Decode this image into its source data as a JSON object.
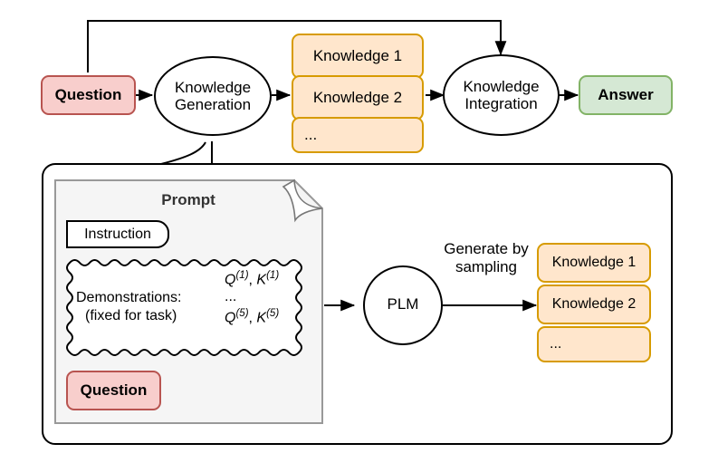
{
  "figure": {
    "top_pipeline": {
      "question": "Question",
      "knowledge_generation": [
        "Knowledge",
        "Generation"
      ],
      "knowledge_list": [
        "Knowledge 1",
        "Knowledge 2",
        "..."
      ],
      "knowledge_integration": [
        "Knowledge",
        "Integration"
      ],
      "answer": "Answer"
    },
    "detail_panel": {
      "prompt_title": "Prompt",
      "instruction": "Instruction",
      "demonstrations": {
        "line1": "Demonstrations:",
        "line2": "(fixed for task)",
        "examples": [
          {
            "q": "Q",
            "qsup": "(1)",
            "k": "K",
            "ksup": "(1)"
          },
          {
            "ellipsis": "..."
          },
          {
            "q": "Q",
            "qsup": "(5)",
            "k": "K",
            "ksup": "(5)"
          }
        ]
      },
      "question": "Question",
      "plm": "PLM",
      "edge_label": [
        "Generate by",
        "sampling"
      ],
      "knowledge_list": [
        "Knowledge 1",
        "Knowledge 2",
        "..."
      ]
    }
  },
  "colors": {
    "pink_fill": "#f8cecc",
    "pink_stroke": "#b85450",
    "green_fill": "#d5e8d4",
    "green_stroke": "#82b366",
    "orange_fill": "#ffe6cc",
    "orange_stroke": "#d79b00",
    "doc_fill": "#f5f5f5",
    "doc_stroke": "#999999",
    "line": "#000000"
  }
}
